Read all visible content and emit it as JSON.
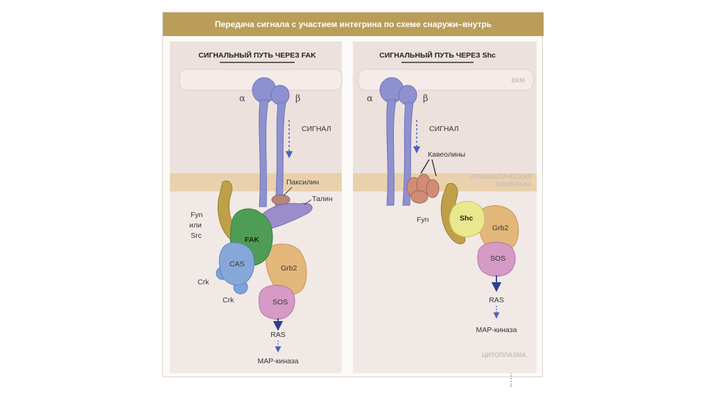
{
  "figure": {
    "title": "Передача сигнала с участием интегрина по схеме снаружи–внутрь"
  },
  "left_panel": {
    "heading": "СИГНАЛЬНЫЙ ПУТЬ ЧЕРЕЗ FAK",
    "alpha": "α",
    "beta": "β",
    "signal": "СИГНАЛ",
    "paxillin": "Паксилин",
    "talin": "Талин",
    "fyn_line1": "Fyn",
    "fyn_line2": "или",
    "fyn_line3": "Src",
    "fak": "FAK",
    "cas": "CAS",
    "crk1": "Crk",
    "crk2": "Crk",
    "grb2": "Grb2",
    "sos": "SOS",
    "ras": "RAS",
    "map_kinase": "МАР-киназа"
  },
  "right_panel": {
    "heading": "СИГНАЛЬНЫЙ ПУТЬ ЧЕРЕЗ Shc",
    "ecm": "ВКМ",
    "alpha": "α",
    "beta": "β",
    "signal": "СИГНАЛ",
    "caveolins": "Кавеолины",
    "membrane_line1": "ПЛАЗМАТИЧЕСКАЯ",
    "membrane_line2": "МЕМБРАНА",
    "fyn": "Fyn",
    "shc": "Shc",
    "grb2": "Grb2",
    "sos": "SOS",
    "ras": "RAS",
    "map_kinase": "МАР-киназа",
    "cytoplasm": "ЦИТОПЛАЗМА"
  },
  "colors": {
    "title_bar": "#b99d58",
    "integrin": "#8e91cf",
    "membrane": "#e9cca2",
    "fyn": "#bfa049",
    "fak": "#4f9d54",
    "cas": "#86a8d8",
    "grb2": "#e3b77a",
    "sos": "#d59ac6",
    "talin": "#9b8ccb",
    "paxillin": "#b7877a",
    "caveolin": "#cf8d78",
    "shc": "#e9e88c",
    "arrow": "#2d3f8f"
  }
}
